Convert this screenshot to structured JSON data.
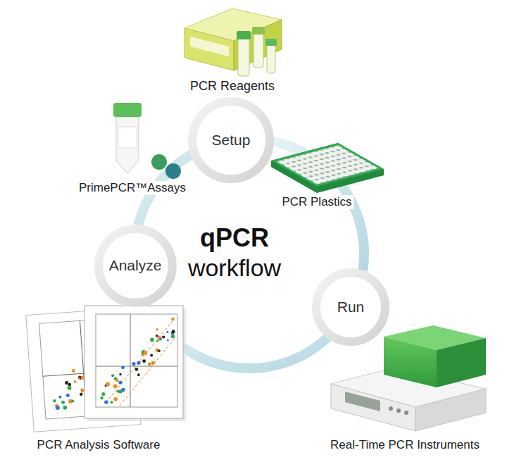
{
  "diagram": {
    "nodes": [
      {
        "text": [
          "Setup"
        ]
      },
      {
        "text": [
          "Run"
        ]
      },
      {
        "text": [
          "Analyze"
        ]
      }
    ],
    "edges": [
      {
        "from": 0,
        "to": 1,
        "arrow": "none"
      },
      {
        "from": 1,
        "to": 2,
        "arrow": "none"
      },
      {
        "from": 2,
        "to": 0,
        "arrow": "none"
      }
    ],
    "labels": [
      "PCR Reagents",
      "PrimePCR™Assays",
      "PCR Plastics",
      "qPCR",
      "workflow",
      "PCR Analysis Software",
      "Real-Time PCR Instruments"
    ]
  }
}
